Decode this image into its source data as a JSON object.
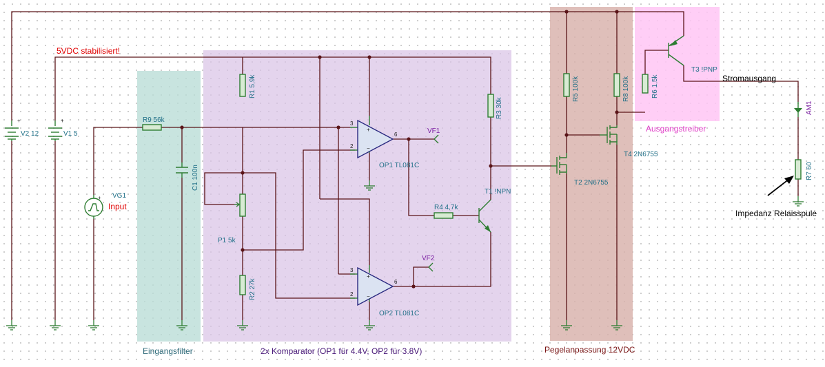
{
  "regions": {
    "input_filter": {
      "label": "Eingangsfilter",
      "color": "#b9ddd6",
      "text_color": "#2f6b7a"
    },
    "comparator": {
      "label": "2x Komparator (OP1 für 4.4V, OP2 für 3.8V)",
      "color": "#d9c3e6",
      "text_color": "#4a1a7a"
    },
    "level_shift": {
      "label": "Pegelanpassung 12VDC",
      "color": "#d8b1ab",
      "text_color": "#7a1414"
    },
    "output_driver": {
      "label": "Ausgangstreiber",
      "color": "#ffc6f4",
      "text_color": "#e040c8"
    }
  },
  "annotations": {
    "supply_note": "5VDC stabilisiert!",
    "input_label": "Input",
    "output_label": "Stromausgang",
    "load_note": "Impedanz Relaisspule"
  },
  "components": {
    "v2": "V2 12",
    "v1": "V1 5",
    "vg1": "VG1",
    "r9": "R9 56k",
    "c1": "C1 100n",
    "r1": "R1 5,9k",
    "p1": "P1 5k",
    "r2": "R2 27k",
    "op1": "OP1 TL081C",
    "op2": "OP2 TL081C",
    "vf1": "VF1",
    "vf2": "VF2",
    "r3": "R3 30k",
    "r4": "R4 4,7k",
    "t1": "T1 !NPN",
    "r5": "R5 100k",
    "r8": "R8 100k",
    "t2": "T2 2N6755",
    "t4": "T4 2N6755",
    "r6": "R6 1,5k",
    "t3": "T3 !PNP",
    "am1": "AM1",
    "r7": "R7 60"
  },
  "pins": {
    "op1_in_plus": "3",
    "op1_in_minus": "2",
    "op1_out": "6",
    "op2_in_plus": "3",
    "op2_in_minus": "2",
    "op2_out": "6",
    "plus": "+",
    "minus": "−"
  }
}
